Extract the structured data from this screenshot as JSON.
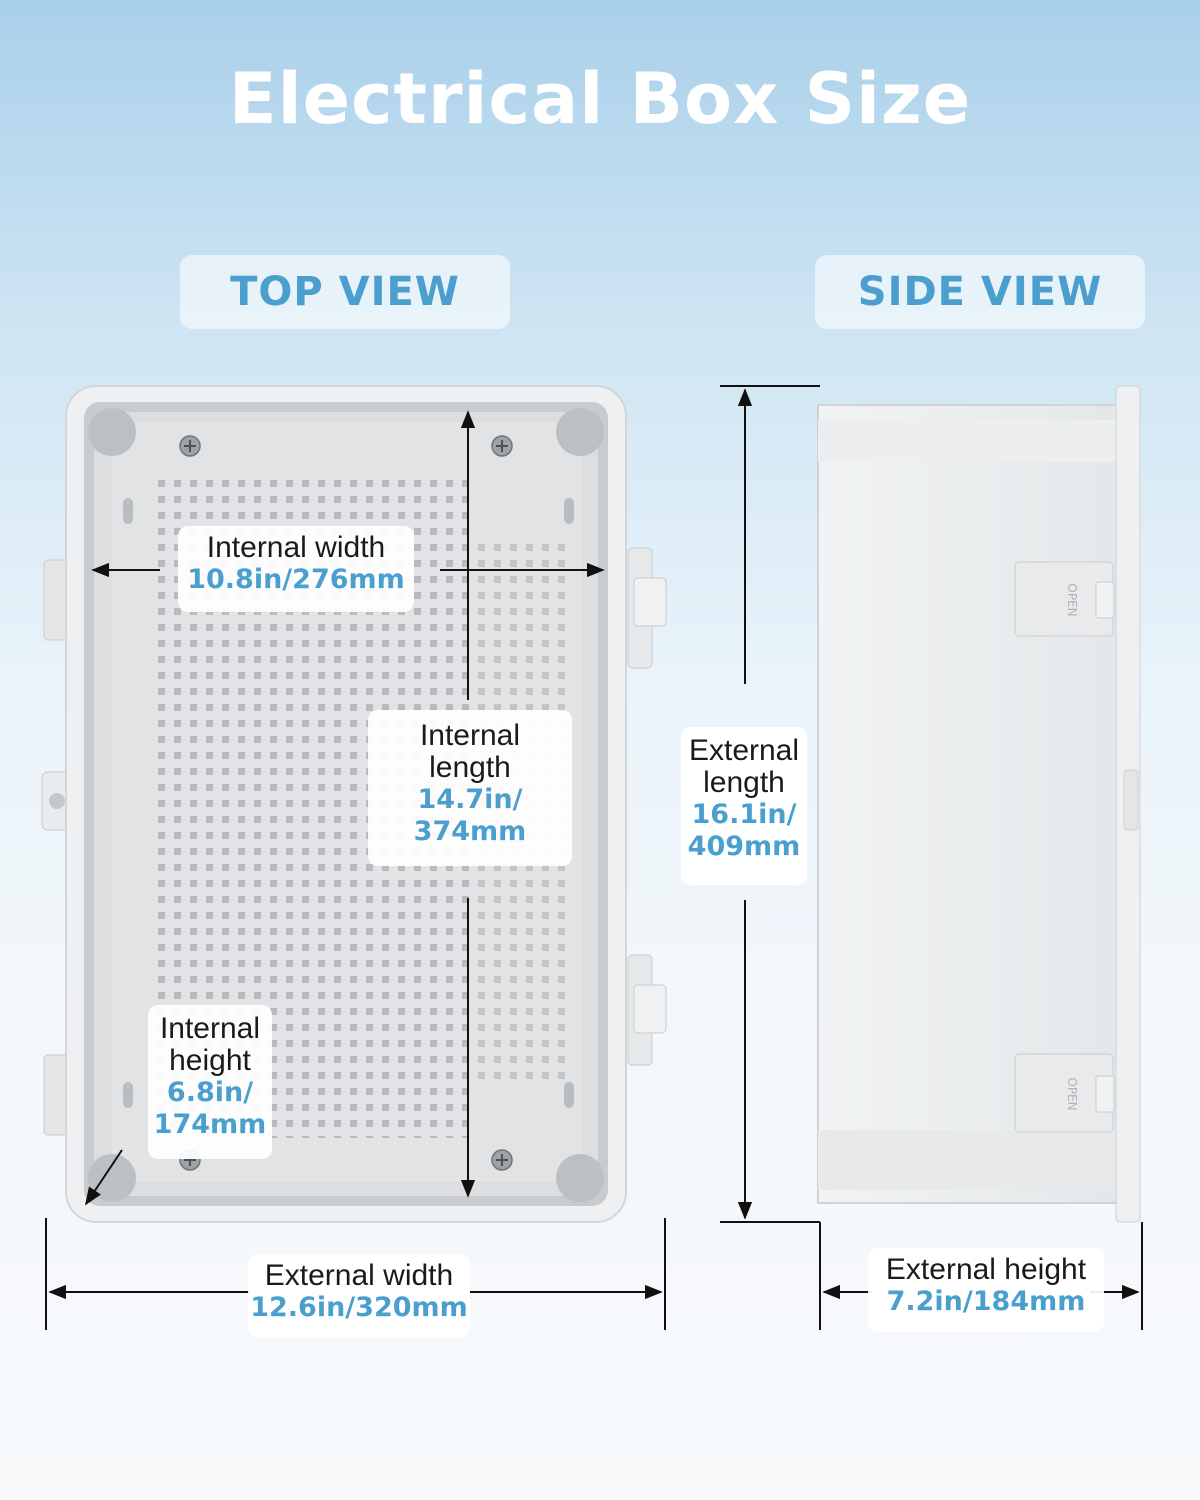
{
  "title": "Electrical Box Size",
  "views": {
    "top": "TOP VIEW",
    "side": "SIDE VIEW"
  },
  "dimensions": {
    "internal_width": {
      "label": "Internal width",
      "value": "10.8in/276mm"
    },
    "internal_length": {
      "label_line1": "Internal",
      "label_line2": "length",
      "value_line1": "14.7in/",
      "value_line2": "374mm"
    },
    "internal_height": {
      "label_line1": "Internal",
      "label_line2": "height",
      "value_line1": "6.8in/",
      "value_line2": "174mm"
    },
    "external_width": {
      "label": "External width",
      "value": "12.6in/320mm"
    },
    "external_length": {
      "label_line1": "External",
      "label_line2": "length",
      "value_line1": "16.1in/",
      "value_line2": "409mm"
    },
    "external_height": {
      "label": "External height",
      "value": "7.2in/184mm"
    }
  },
  "latch_text": "OPEN",
  "colors": {
    "accent": "#4a9fcf",
    "box_body": "#eceeef",
    "box_inner": "#dadcde"
  }
}
